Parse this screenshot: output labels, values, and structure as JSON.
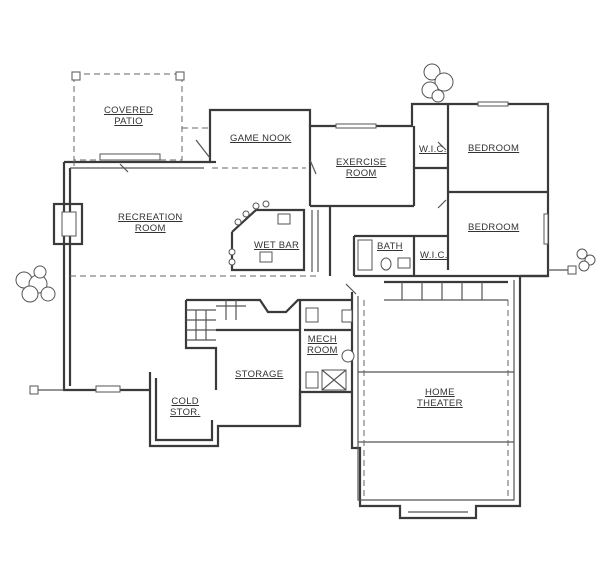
{
  "rooms": {
    "covered_patio": [
      "COVERED",
      "PATIO"
    ],
    "game_nook": "GAME NOOK",
    "exercise_room": [
      "EXERCISE",
      "ROOM"
    ],
    "wic_top": "W.I.C.",
    "bedroom_1": "BEDROOM",
    "bedroom_2": "BEDROOM",
    "recreation_room": [
      "RECREATION",
      "ROOM"
    ],
    "wet_bar": "WET BAR",
    "bath": "BATH",
    "wic_bottom": "W.I.C.",
    "mech_room": [
      "MECH",
      "ROOM"
    ],
    "storage": "STORAGE",
    "cold_stor": [
      "COLD",
      "STOR."
    ],
    "home_theater": [
      "HOME",
      "THEATER"
    ]
  }
}
